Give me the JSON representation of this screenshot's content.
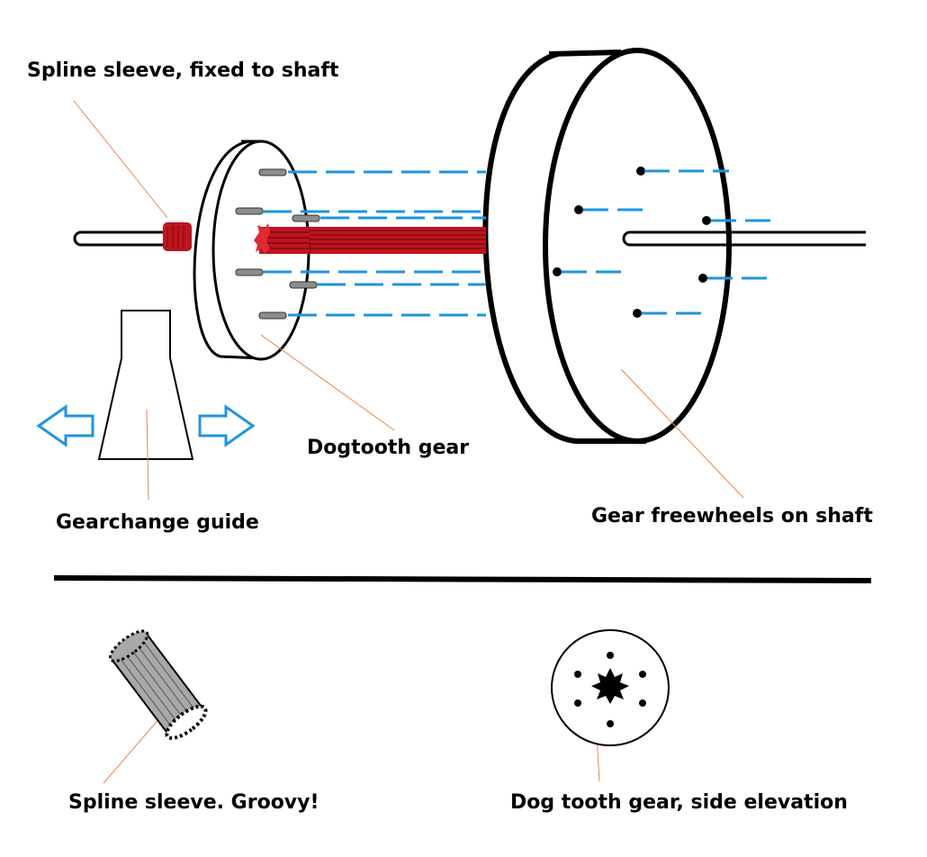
{
  "labels": {
    "spline_sleeve_fixed": "Spline sleeve, fixed to shaft",
    "dogtooth_gear": "Dogtooth gear",
    "gearchange_guide": "Gearchange guide",
    "gear_freewheels": "Gear freewheels on shaft",
    "spline_sleeve_groovy": "Spline sleeve.  Groovy!",
    "dog_tooth_side_elevation": "Dog tooth gear, side elevation"
  },
  "colors": {
    "outline": "#000000",
    "leader_line": "#e8864a",
    "dash_line": "#1e96dc",
    "spline_red": "#c0141e",
    "spline_grey": "#a8a8a8",
    "arrow_outline": "#1e96dc"
  },
  "icons": {
    "left_arrow": "left-hollow-arrow-icon",
    "right_arrow": "right-hollow-arrow-icon"
  }
}
